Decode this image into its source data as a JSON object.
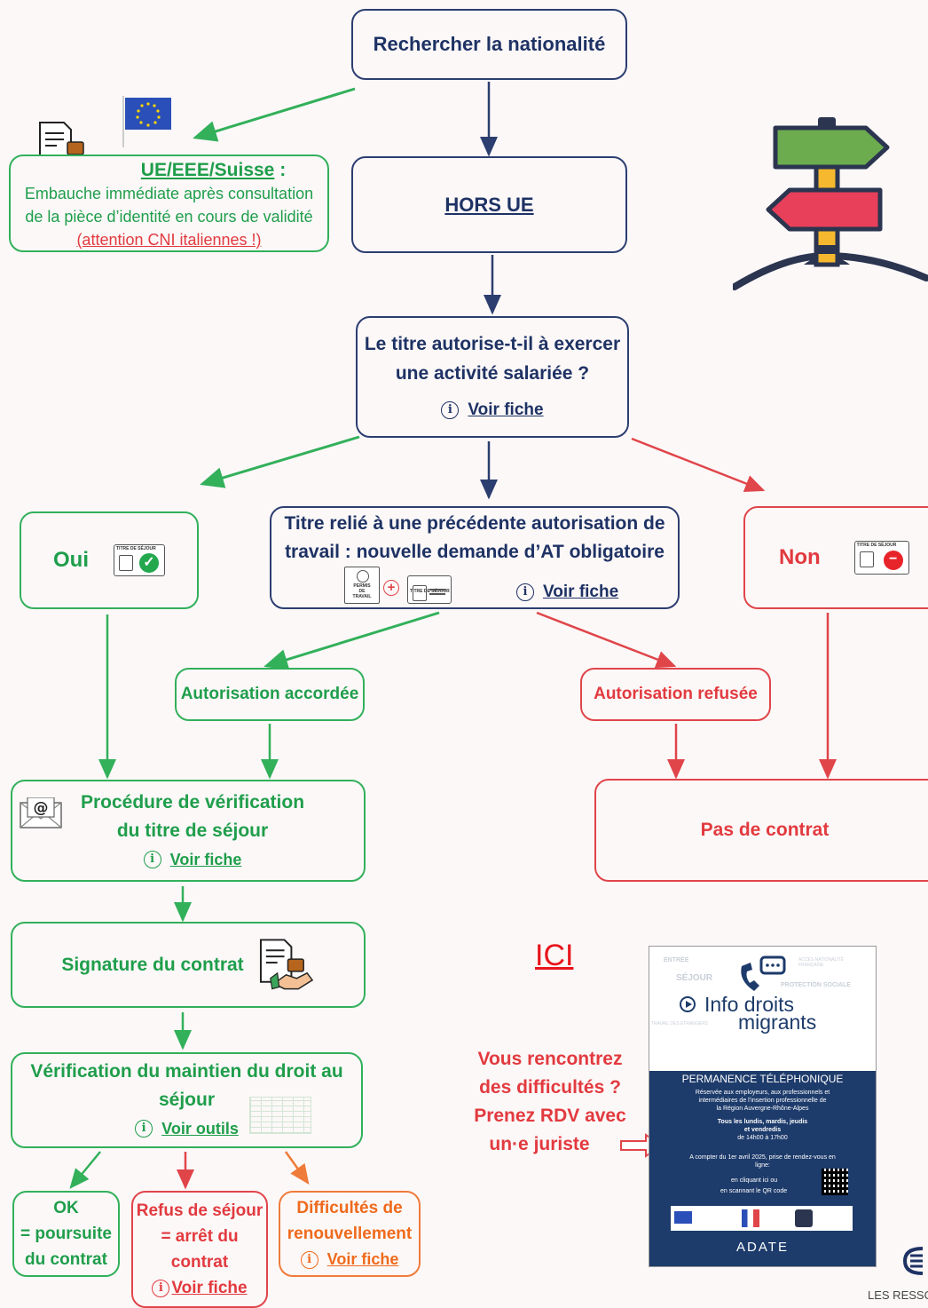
{
  "nodes": {
    "start": "Rechercher la nationalité",
    "ue_title": "UE/EEE/Suisse",
    "ue_colon": " :",
    "ue_line1": "Embauche immédiate après consultation",
    "ue_line2": "de la pièce d’identité en cours de validité",
    "ue_warning": "(attention CNI italiennes !)",
    "hors_ue": "HORS UE",
    "question_line1": "Le titre autorise-t-il à exercer",
    "question_line2": "une activité salariée ?",
    "question_link": "Voir fiche",
    "oui": "Oui",
    "non": "Non",
    "titre_relie_line1": "Titre relié à une précédente autorisation de",
    "titre_relie_line2": "travail : nouvelle demande d’AT obligatoire",
    "titre_relie_link": "Voir fiche",
    "autorisation_accordee": "Autorisation accordée",
    "autorisation_refusee": "Autorisation refusée",
    "verification_line1": "Procédure de vérification",
    "verification_line2": "du titre de séjour",
    "verification_link": "Voir fiche",
    "pas_de_contrat": "Pas de contrat",
    "signature": "Signature du contrat",
    "maintien_line1": "Vérification du maintien du droit au",
    "maintien_line2": "séjour",
    "maintien_link": "Voir outils",
    "ok_line1": "OK",
    "ok_line2": "= poursuite",
    "ok_line3": "du contrat",
    "refus_line1": "Refus de séjour",
    "refus_line2": "= arrêt du",
    "refus_line3": "contrat",
    "refus_link": "Voir fiche",
    "difficultes_line1": "Difficultés de",
    "difficultes_line2": "renouvellement",
    "difficultes_link": "Voir fiche"
  },
  "icons": {
    "titre_sejour_label": "TITRE DE SÉJOUR",
    "permis_line1": "PERMIS",
    "permis_line2": "DE",
    "permis_line3": "TRAVAIL",
    "info_glyph": "i",
    "at_glyph": "@"
  },
  "ici": "ICI",
  "callout": {
    "line1": "Vous rencontrez",
    "line2": "des difficultés ?",
    "line3": "Prenez RDV avec",
    "line4": "un·e juriste"
  },
  "poster": {
    "tag_entree": "ENTRÉE",
    "tag_sejour": "SÉJOUR",
    "tag_acces": "ACCÈS NATIONALITÉ FRANÇAISE",
    "tag_protection": "PROTECTION SOCIALE",
    "tag_travail": "TRAVAIL DES ÉTRANGERS",
    "title_line1": "Info droits",
    "title_line2": "migrants",
    "heading": "PERMANENCE TÉLÉPHONIQUE",
    "reserve_line1": "Réservée aux employeurs, aux professionnels et",
    "reserve_line2": "intermédiaires de l’insertion professionnelle de",
    "reserve_line3": "la Région Auvergne-Rhône-Alpes",
    "days_line1": "Tous les lundis, mardis, jeudis",
    "days_line2": "et vendredis",
    "hours": "de 14h00 à 17h00",
    "from_line1": "A compter du 1er avril 2025, prise de rendez-vous en",
    "from_line2": "ligne:",
    "click_line": "en cliquant ici ou",
    "qr_line": "en scannant le QR code",
    "adate": "ADATE"
  },
  "corner_text": "LES RESSO",
  "colors": {
    "navy": "#1e3264",
    "green": "#1f9e4b",
    "red": "#e23a3f",
    "orange": "#ef6a1c",
    "poster_blue": "#1d3b6b"
  }
}
